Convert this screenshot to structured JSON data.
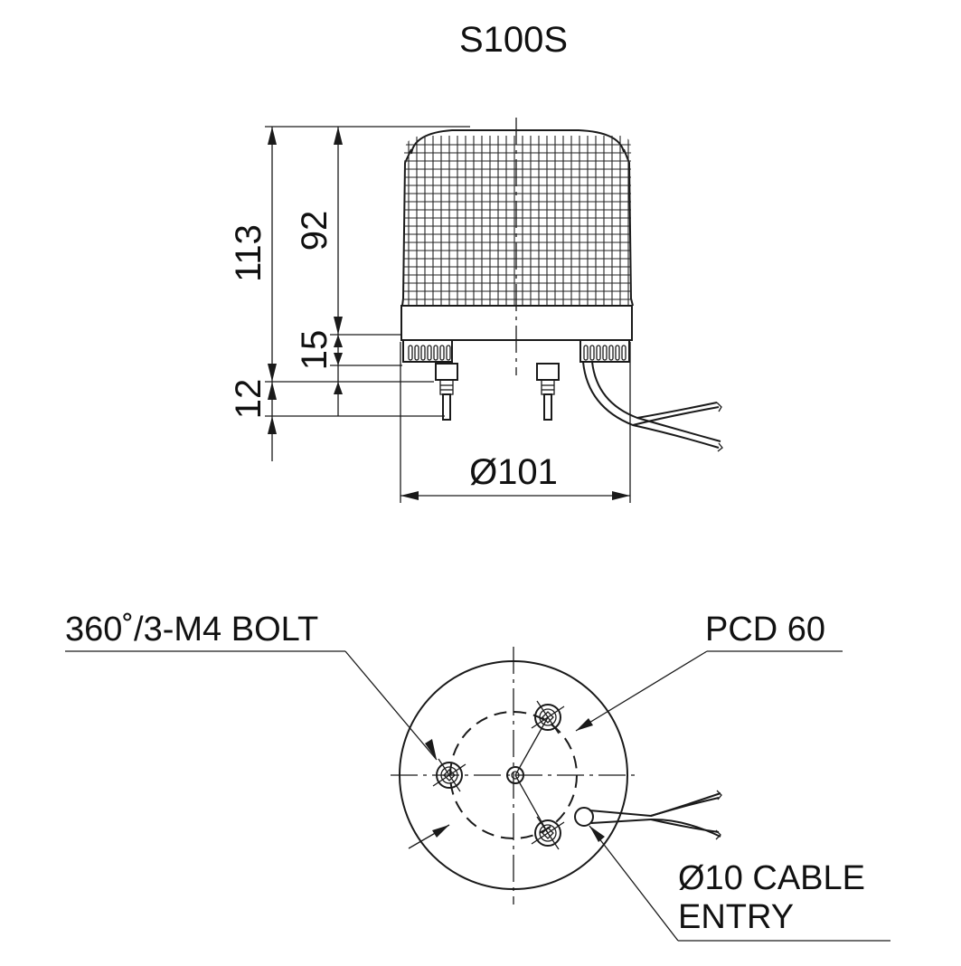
{
  "title": "S100S",
  "dimensions": {
    "overall_height": "113",
    "lens_height": "92",
    "base_height": "15",
    "bolt_length": "12",
    "diameter": "Ø101"
  },
  "callouts": {
    "bolt": "360˚/3-M4 BOLT",
    "pcd": "PCD 60",
    "cable_line1": "Ø10 CABLE",
    "cable_line2": "ENTRY"
  }
}
